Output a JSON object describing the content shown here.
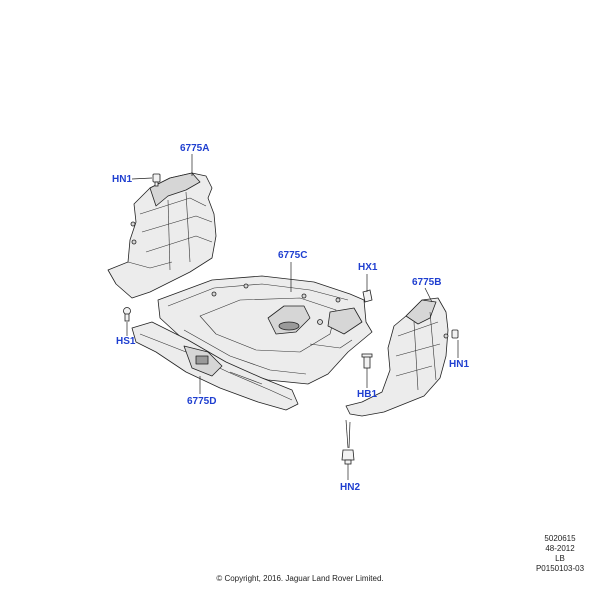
{
  "callouts": {
    "c6775A": "6775A",
    "hn1_left": "HN1",
    "c6775C": "6775C",
    "hx1": "HX1",
    "c6775B": "6775B",
    "hs1": "HS1",
    "hn1_right": "HN1",
    "hb1": "HB1",
    "c6775D": "6775D",
    "hn2": "HN2"
  },
  "meta": {
    "ref_number": "5020615",
    "date_code": "48-2012",
    "variant": "LB",
    "illustration_id": "P0150103-03"
  },
  "copyright": "© Copyright, 2016. Jaguar Land Rover Limited.",
  "colors": {
    "callout": "#1f3fd0",
    "line": "#222222",
    "part_fill": "#ececec"
  }
}
